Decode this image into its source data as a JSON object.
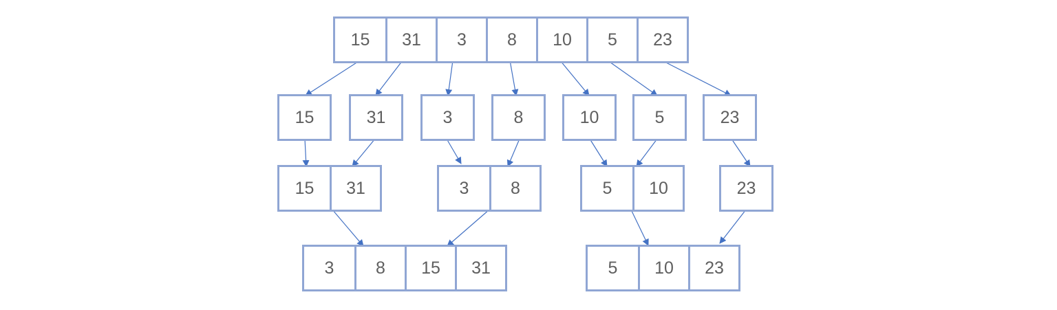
{
  "diagram": {
    "rows": [
      {
        "level": "split",
        "arrays": [
          [
            "15",
            "31",
            "3",
            "8",
            "10",
            "5",
            "23"
          ]
        ]
      },
      {
        "level": "single",
        "arrays": [
          [
            "15"
          ],
          [
            "31"
          ],
          [
            "3"
          ],
          [
            "8"
          ],
          [
            "10"
          ],
          [
            "5"
          ],
          [
            "23"
          ]
        ]
      },
      {
        "level": "merge-1",
        "arrays": [
          [
            "15",
            "31"
          ],
          [
            "3",
            "8"
          ],
          [
            "5",
            "10"
          ],
          [
            "23"
          ]
        ]
      },
      {
        "level": "merge-2",
        "arrays": [
          [
            "3",
            "8",
            "15",
            "31"
          ],
          [
            "5",
            "10",
            "23"
          ]
        ]
      }
    ],
    "colors": {
      "box_border": "#90a6d4",
      "arrow": "#4472c4",
      "text": "#5f5f5f"
    }
  }
}
